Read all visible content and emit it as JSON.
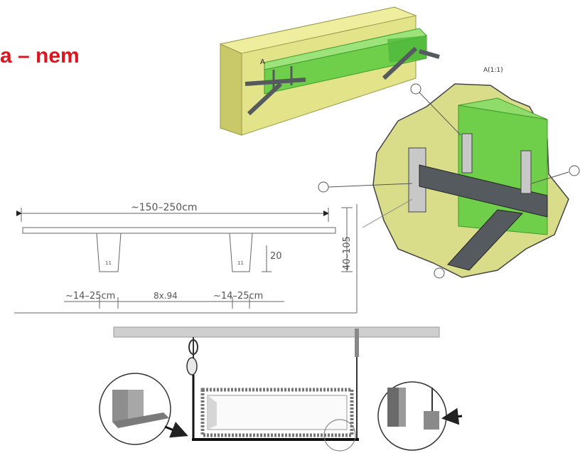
{
  "slide": {
    "title": "a – nem",
    "title_color": "#e0141e"
  },
  "detail": {
    "callout_label": "A",
    "scale_label": "A(1:1)"
  },
  "section": {
    "span": "~150–250cm",
    "height_total": "40–105",
    "rib_height": "20",
    "rib_left": "11",
    "rib_right": "11",
    "spacing_left": "~14–25cm",
    "bar_spec": "8x.94",
    "spacing_right": "~14–25cm"
  },
  "colors": {
    "wall": "#e3e38a",
    "wall_dark": "#c9c96a",
    "box_green": "#6fcf4a",
    "box_green_dark": "#3f9a2a",
    "steel": "#555a5e",
    "blob": "#d9dd8a",
    "ceiling": "#cfcfcf"
  }
}
